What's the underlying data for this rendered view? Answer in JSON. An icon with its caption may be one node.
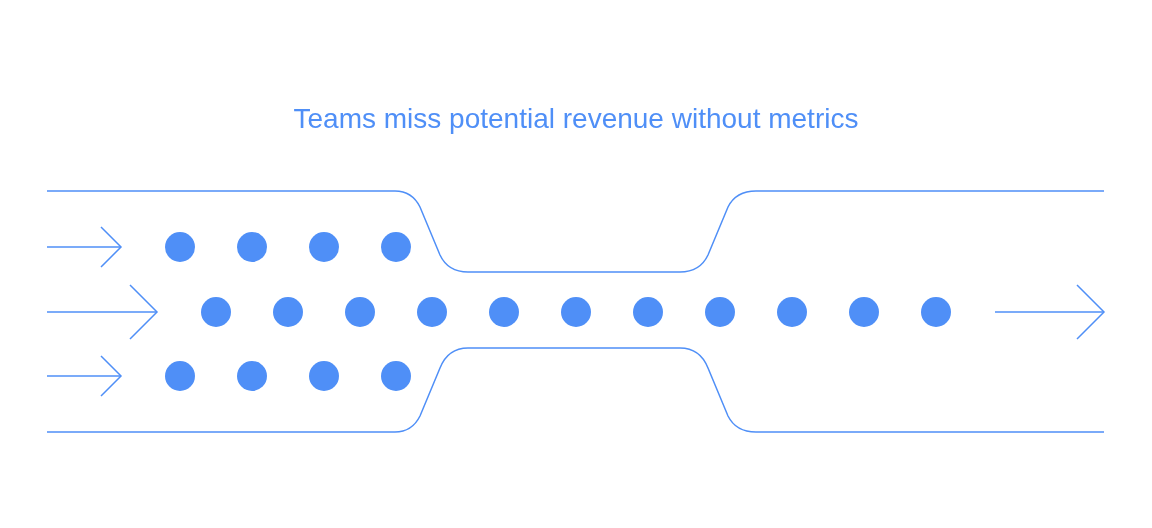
{
  "diagram": {
    "title": "Teams miss potential revenue without metrics",
    "nodes": [
      {
        "text": [],
        "shape": "circle"
      },
      {
        "text": [],
        "shape": "circle"
      },
      {
        "text": [],
        "shape": "circle"
      },
      {
        "text": [],
        "shape": "circle"
      },
      {
        "text": [],
        "shape": "circle"
      },
      {
        "text": [],
        "shape": "circle"
      },
      {
        "text": [],
        "shape": "circle"
      },
      {
        "text": [],
        "shape": "circle"
      },
      {
        "text": [],
        "shape": "circle"
      },
      {
        "text": [],
        "shape": "circle"
      },
      {
        "text": [],
        "shape": "circle"
      },
      {
        "text": [],
        "shape": "circle"
      },
      {
        "text": [],
        "shape": "circle"
      },
      {
        "text": [],
        "shape": "circle"
      },
      {
        "text": [],
        "shape": "circle"
      },
      {
        "text": [],
        "shape": "circle"
      },
      {
        "text": [],
        "shape": "circle"
      },
      {
        "text": [],
        "shape": "circle"
      },
      {
        "text": [],
        "shape": "circle"
      }
    ]
  }
}
